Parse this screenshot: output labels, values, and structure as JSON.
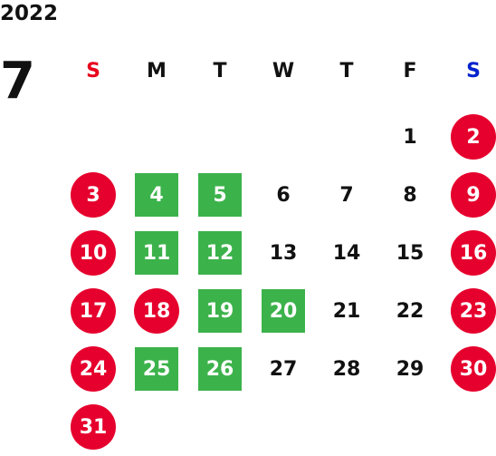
{
  "calendar": {
    "year": "2022",
    "month": "7",
    "weekdays": [
      {
        "label": "S",
        "color": "#e8001c"
      },
      {
        "label": "M",
        "color": "#111111"
      },
      {
        "label": "T",
        "color": "#111111"
      },
      {
        "label": "W",
        "color": "#111111"
      },
      {
        "label": "T",
        "color": "#111111"
      },
      {
        "label": "F",
        "color": "#111111"
      },
      {
        "label": "S",
        "color": "#0022cc"
      }
    ],
    "colors": {
      "holiday": "#e6002d",
      "work": "#3cb24b",
      "text": "#111111"
    },
    "weeks": [
      [
        null,
        null,
        null,
        null,
        null,
        {
          "day": "1",
          "type": "normal"
        },
        {
          "day": "2",
          "type": "holiday"
        }
      ],
      [
        {
          "day": "3",
          "type": "holiday"
        },
        {
          "day": "4",
          "type": "work"
        },
        {
          "day": "5",
          "type": "work"
        },
        {
          "day": "6",
          "type": "normal"
        },
        {
          "day": "7",
          "type": "normal"
        },
        {
          "day": "8",
          "type": "normal"
        },
        {
          "day": "9",
          "type": "holiday"
        }
      ],
      [
        {
          "day": "10",
          "type": "holiday"
        },
        {
          "day": "11",
          "type": "work"
        },
        {
          "day": "12",
          "type": "work"
        },
        {
          "day": "13",
          "type": "normal"
        },
        {
          "day": "14",
          "type": "normal"
        },
        {
          "day": "15",
          "type": "normal"
        },
        {
          "day": "16",
          "type": "holiday"
        }
      ],
      [
        {
          "day": "17",
          "type": "holiday"
        },
        {
          "day": "18",
          "type": "holiday"
        },
        {
          "day": "19",
          "type": "work"
        },
        {
          "day": "20",
          "type": "work"
        },
        {
          "day": "21",
          "type": "normal"
        },
        {
          "day": "22",
          "type": "normal"
        },
        {
          "day": "23",
          "type": "holiday"
        }
      ],
      [
        {
          "day": "24",
          "type": "holiday"
        },
        {
          "day": "25",
          "type": "work"
        },
        {
          "day": "26",
          "type": "work"
        },
        {
          "day": "27",
          "type": "normal"
        },
        {
          "day": "28",
          "type": "normal"
        },
        {
          "day": "29",
          "type": "normal"
        },
        {
          "day": "30",
          "type": "holiday"
        }
      ],
      [
        {
          "day": "31",
          "type": "holiday"
        },
        null,
        null,
        null,
        null,
        null,
        null
      ]
    ]
  }
}
